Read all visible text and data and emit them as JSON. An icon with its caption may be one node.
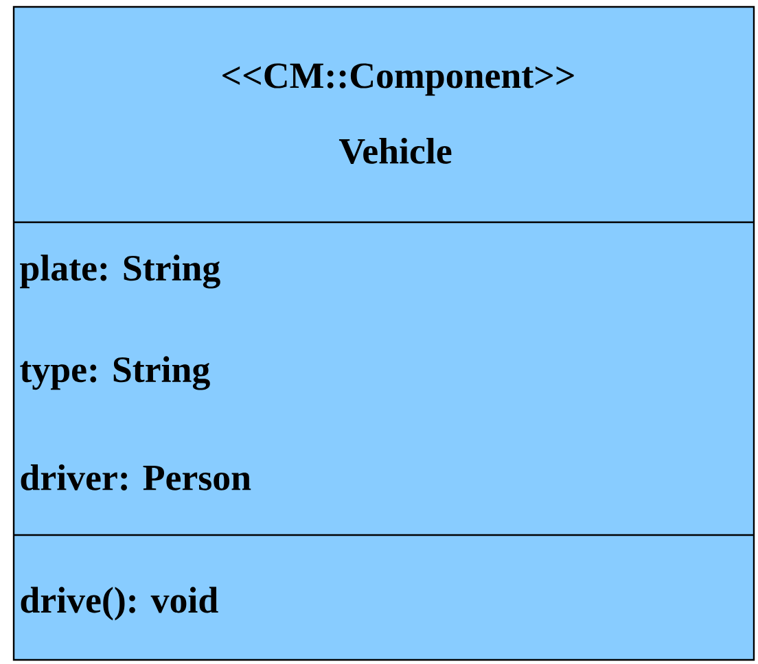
{
  "diagram": {
    "nodes": [
      {
        "text": [
          "<<CM::Component>>",
          "Vehicle",
          "plate: String",
          "type: String",
          "driver: Person",
          "drive(): void"
        ]
      }
    ]
  }
}
